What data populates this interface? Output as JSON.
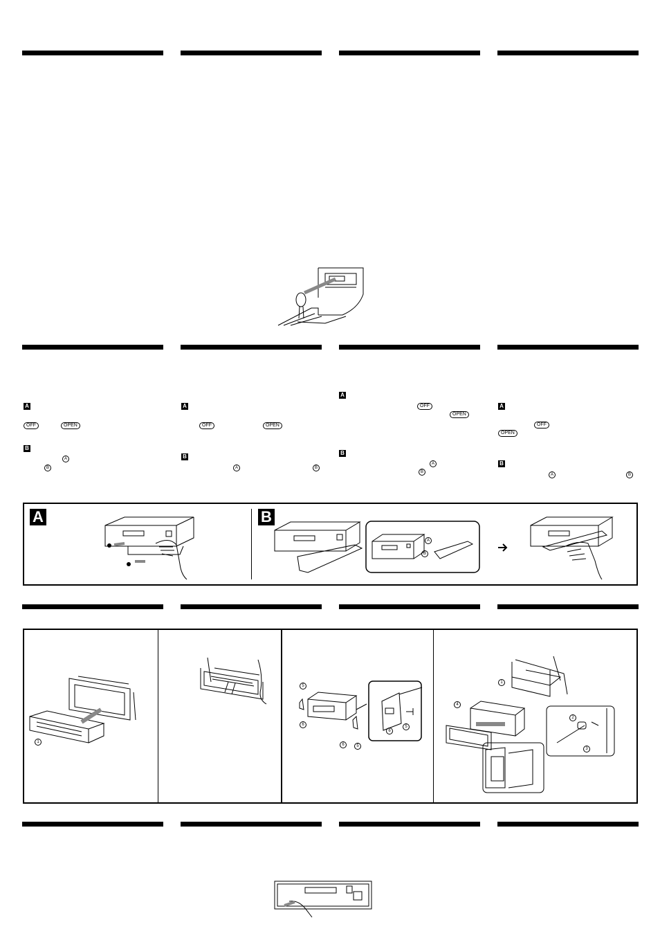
{
  "markers": {
    "a": "A",
    "b": "B"
  },
  "buttons": {
    "off": "OFF",
    "open": "OPEN"
  },
  "circles": {
    "a": "A",
    "b": "B"
  },
  "diagram_labels": {
    "one": "1",
    "two": "2",
    "three": "3",
    "four": "4",
    "five": "5",
    "six": "6"
  }
}
